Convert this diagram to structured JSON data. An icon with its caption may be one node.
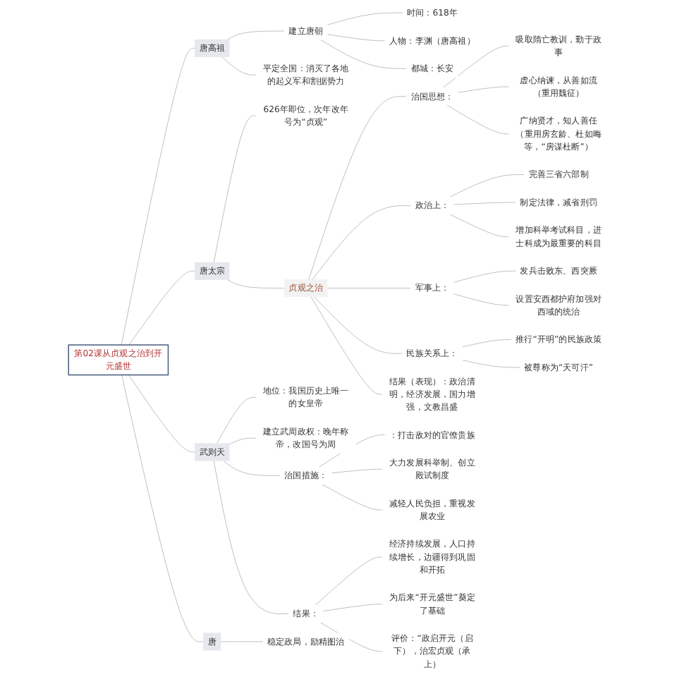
{
  "diagram": {
    "nodes": [
      {
        "text": [
          "第02课从贞观之治到开元盛世"
        ]
      },
      {
        "text": [
          "唐高祖"
        ]
      },
      {
        "text": [
          "建立唐朝"
        ]
      },
      {
        "text": [
          "时间：618年"
        ]
      },
      {
        "text": [
          "人物：李渊（唐高祖）"
        ]
      },
      {
        "text": [
          "都城：长安"
        ]
      },
      {
        "text": [
          "平定全国：消灭了各地的起义军和割据势力"
        ]
      },
      {
        "text": [
          "唐太宗"
        ]
      },
      {
        "text": [
          "贞观之治"
        ]
      },
      {
        "text": [
          "626年即位，次年改年号为“贞观”"
        ]
      },
      {
        "text": [
          "治国思想："
        ]
      },
      {
        "text": [
          "吸取隋亡教训，勤于政事"
        ]
      },
      {
        "text": [
          "虚心纳谏，从善如流（重用魏征）"
        ]
      },
      {
        "text": [
          "广纳贤才，知人善任（重用房玄龄、杜如晦等，“房谋杜断”）"
        ]
      },
      {
        "text": [
          "政治上："
        ]
      },
      {
        "text": [
          "完善三省六部制"
        ]
      },
      {
        "text": [
          "制定法律，减省刑罚"
        ]
      },
      {
        "text": [
          "增加科举考试科目，进士科成为最重要的科目"
        ]
      },
      {
        "text": [
          "军事上："
        ]
      },
      {
        "text": [
          "发兵击败东、西突厥"
        ]
      },
      {
        "text": [
          "设置安西都护府加强对西域的统治"
        ]
      },
      {
        "text": [
          "民族关系上："
        ]
      },
      {
        "text": [
          "推行“开明”的民族政策"
        ]
      },
      {
        "text": [
          "被尊称为“天可汗”"
        ]
      },
      {
        "text": [
          "结果（表现）：政治清明，经济发展，国力增强，文教昌盛"
        ]
      },
      {
        "text": [
          "武则天"
        ]
      },
      {
        "text": [
          "地位：我国历史上唯一的女皇帝"
        ]
      },
      {
        "text": [
          "建立武周政权：晚年称帝，改国号为周"
        ]
      },
      {
        "text": [
          "治国措施："
        ]
      },
      {
        "text": [
          "：打击敌对的官僚贵族"
        ]
      },
      {
        "text": [
          "大力发展科举制、创立殿试制度"
        ]
      },
      {
        "text": [
          "减轻人民负担，重视发展农业"
        ]
      },
      {
        "text": [
          "结果："
        ]
      },
      {
        "text": [
          "经济持续发展，人口持续增长，边疆得到巩固和开拓"
        ]
      },
      {
        "text": [
          "为后来“开元盛世”奠定了基础"
        ]
      },
      {
        "text": [
          "评价：“政启开元（启下），治宏贞观（承上）"
        ]
      },
      {
        "text": [
          "唐"
        ]
      },
      {
        "text": [
          "稳定政局，励精图治"
        ]
      }
    ],
    "edges": [
      {
        "from": 0,
        "to": 1,
        "arrow": "none"
      },
      {
        "from": 1,
        "to": 2,
        "arrow": "none"
      },
      {
        "from": 2,
        "to": 3,
        "arrow": "none"
      },
      {
        "from": 2,
        "to": 4,
        "arrow": "none"
      },
      {
        "from": 2,
        "to": 5,
        "arrow": "none"
      },
      {
        "from": 1,
        "to": 6,
        "arrow": "none"
      },
      {
        "from": 0,
        "to": 7,
        "arrow": "none"
      },
      {
        "from": 7,
        "to": 9,
        "arrow": "none"
      },
      {
        "from": 7,
        "to": 8,
        "arrow": "none"
      },
      {
        "from": 8,
        "to": 10,
        "arrow": "none"
      },
      {
        "from": 10,
        "to": 11,
        "arrow": "none"
      },
      {
        "from": 10,
        "to": 12,
        "arrow": "none"
      },
      {
        "from": 10,
        "to": 13,
        "arrow": "none"
      },
      {
        "from": 8,
        "to": 14,
        "arrow": "none"
      },
      {
        "from": 14,
        "to": 15,
        "arrow": "none"
      },
      {
        "from": 14,
        "to": 16,
        "arrow": "none"
      },
      {
        "from": 14,
        "to": 17,
        "arrow": "none"
      },
      {
        "from": 8,
        "to": 18,
        "arrow": "none"
      },
      {
        "from": 18,
        "to": 19,
        "arrow": "none"
      },
      {
        "from": 18,
        "to": 20,
        "arrow": "none"
      },
      {
        "from": 8,
        "to": 21,
        "arrow": "none"
      },
      {
        "from": 21,
        "to": 22,
        "arrow": "none"
      },
      {
        "from": 21,
        "to": 23,
        "arrow": "none"
      },
      {
        "from": 8,
        "to": 24,
        "arrow": "none"
      },
      {
        "from": 0,
        "to": 25,
        "arrow": "none"
      },
      {
        "from": 25,
        "to": 26,
        "arrow": "none"
      },
      {
        "from": 25,
        "to": 27,
        "arrow": "none"
      },
      {
        "from": 25,
        "to": 28,
        "arrow": "none"
      },
      {
        "from": 28,
        "to": 29,
        "arrow": "none"
      },
      {
        "from": 28,
        "to": 30,
        "arrow": "none"
      },
      {
        "from": 28,
        "to": 31,
        "arrow": "none"
      },
      {
        "from": 25,
        "to": 32,
        "arrow": "none"
      },
      {
        "from": 32,
        "to": 33,
        "arrow": "none"
      },
      {
        "from": 32,
        "to": 34,
        "arrow": "none"
      },
      {
        "from": 32,
        "to": 35,
        "arrow": "none"
      },
      {
        "from": 0,
        "to": 36,
        "arrow": "none"
      },
      {
        "from": 36,
        "to": 37,
        "arrow": "none"
      }
    ]
  }
}
